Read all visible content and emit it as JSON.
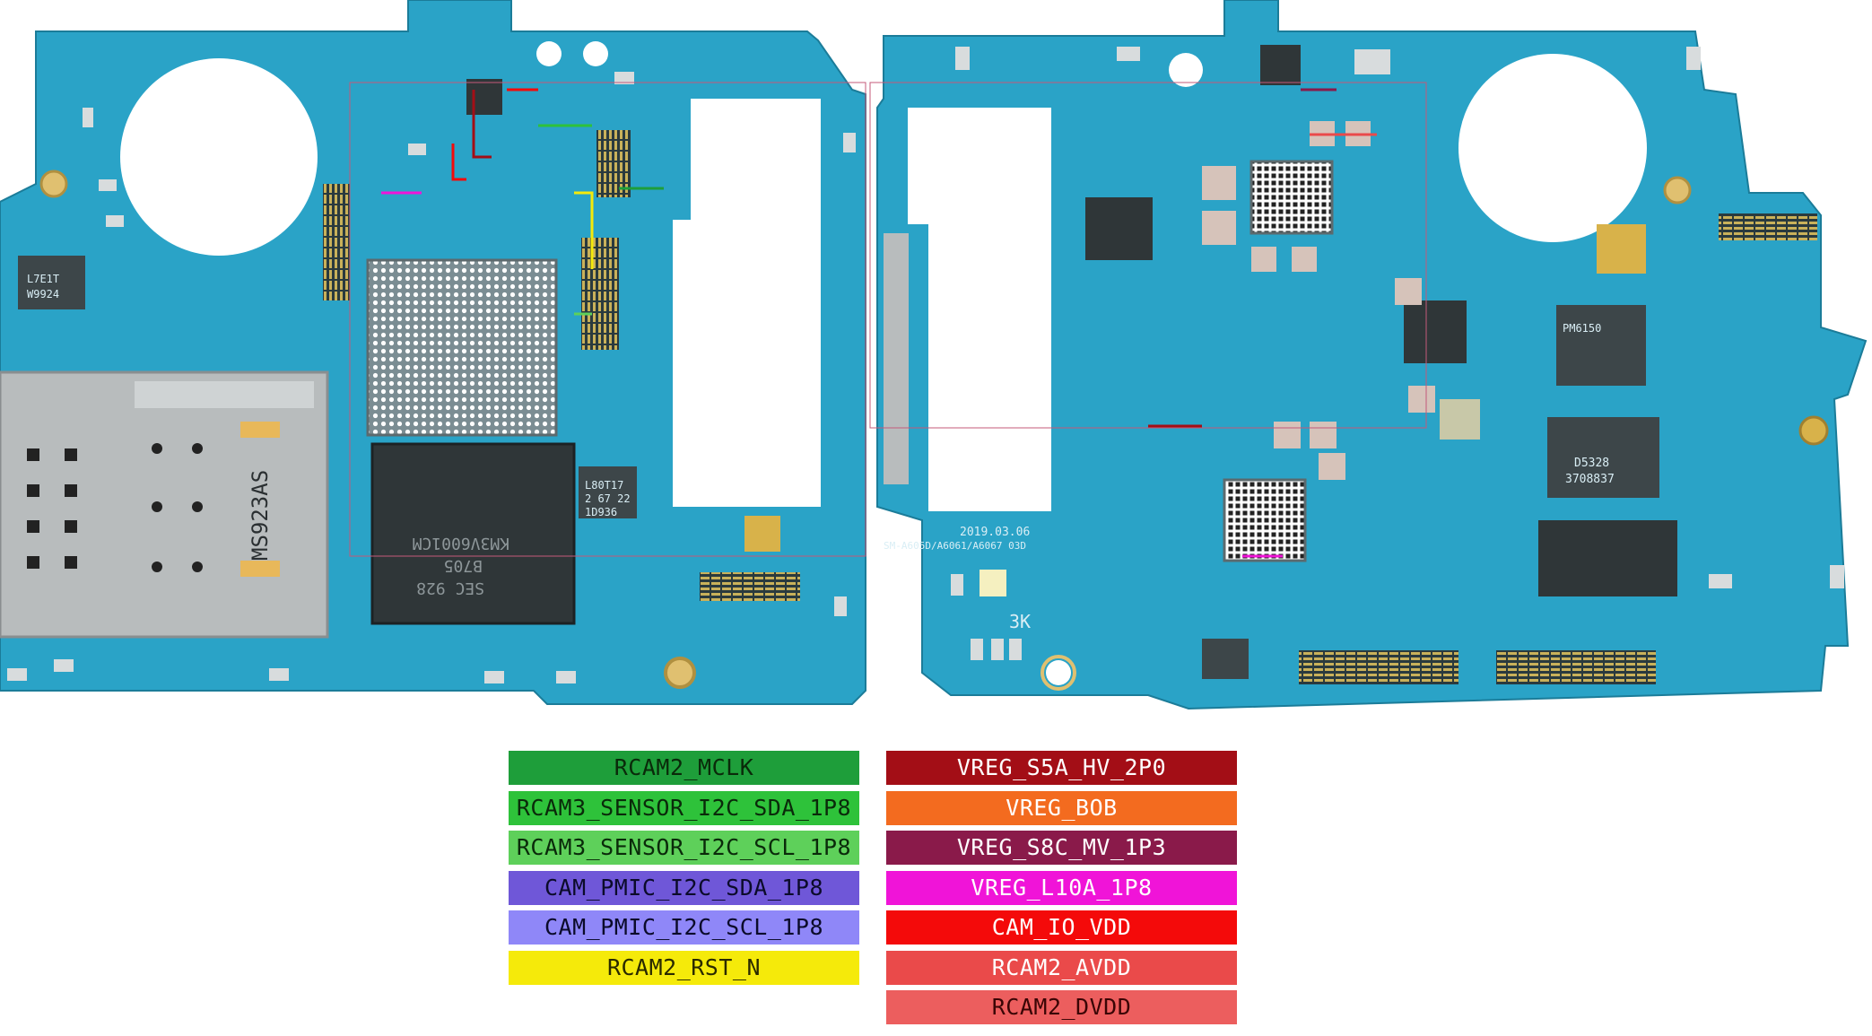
{
  "diagram": {
    "board_text": {
      "left_chip_1": "L7E1T",
      "left_chip_2": "W9924",
      "sim_label": "MS923AS",
      "memory_label_1": "KM3V6001CM",
      "memory_label_2": "B705",
      "memory_label_3": "SEC 928",
      "small_chip_1": "L80T17",
      "small_chip_2": "2 67 22",
      "small_chip_3": "1D936",
      "date_stamp": "2019.03.06",
      "model_stamp": "SM-A605D/A6061/A6067 03D",
      "board_mark": "3K",
      "pmic_text_1": "PM6150",
      "pmic_text_2": "D5328",
      "pmic_text_3": "3708837"
    },
    "legend_left": [
      {
        "label": "RCAM2_MCLK",
        "color": "#1e9e3a",
        "text_color": "#0a2a0a"
      },
      {
        "label": "RCAM3_SENSOR_I2C_SDA_1P8",
        "color": "#2ec23a",
        "text_color": "#0a2a0a"
      },
      {
        "label": "RCAM3_SENSOR_I2C_SCL_1P8",
        "color": "#5ed05a",
        "text_color": "#0a2a0a"
      },
      {
        "label": "CAM_PMIC_I2C_SDA_1P8",
        "color": "#6f57d8",
        "text_color": "#0b0b2a"
      },
      {
        "label": "CAM_PMIC_I2C_SCL_1P8",
        "color": "#8f87f8",
        "text_color": "#0b0b2a"
      },
      {
        "label": "RCAM2_RST_N",
        "color": "#f5ea0a",
        "text_color": "#2a2a00"
      }
    ],
    "legend_right": [
      {
        "label": "VREG_S5A_HV_2P0",
        "color": "#a30e16",
        "text_color": "#ffffff"
      },
      {
        "label": "VREG_BOB",
        "color": "#f36b1f",
        "text_color": "#ffffff"
      },
      {
        "label": "VREG_S8C_MV_1P3",
        "color": "#8a1a4a",
        "text_color": "#ffffff"
      },
      {
        "label": "VREG_L10A_1P8",
        "color": "#f014d8",
        "text_color": "#ffffff"
      },
      {
        "label": "CAM_IO_VDD",
        "color": "#f40a0a",
        "text_color": "#ffffff"
      },
      {
        "label": "RCAM2_AVDD",
        "color": "#ea4a4a",
        "text_color": "#ffffff"
      },
      {
        "label": "RCAM2_DVDD",
        "color": "#ec5e5e",
        "text_color": "#3a0505"
      }
    ]
  }
}
